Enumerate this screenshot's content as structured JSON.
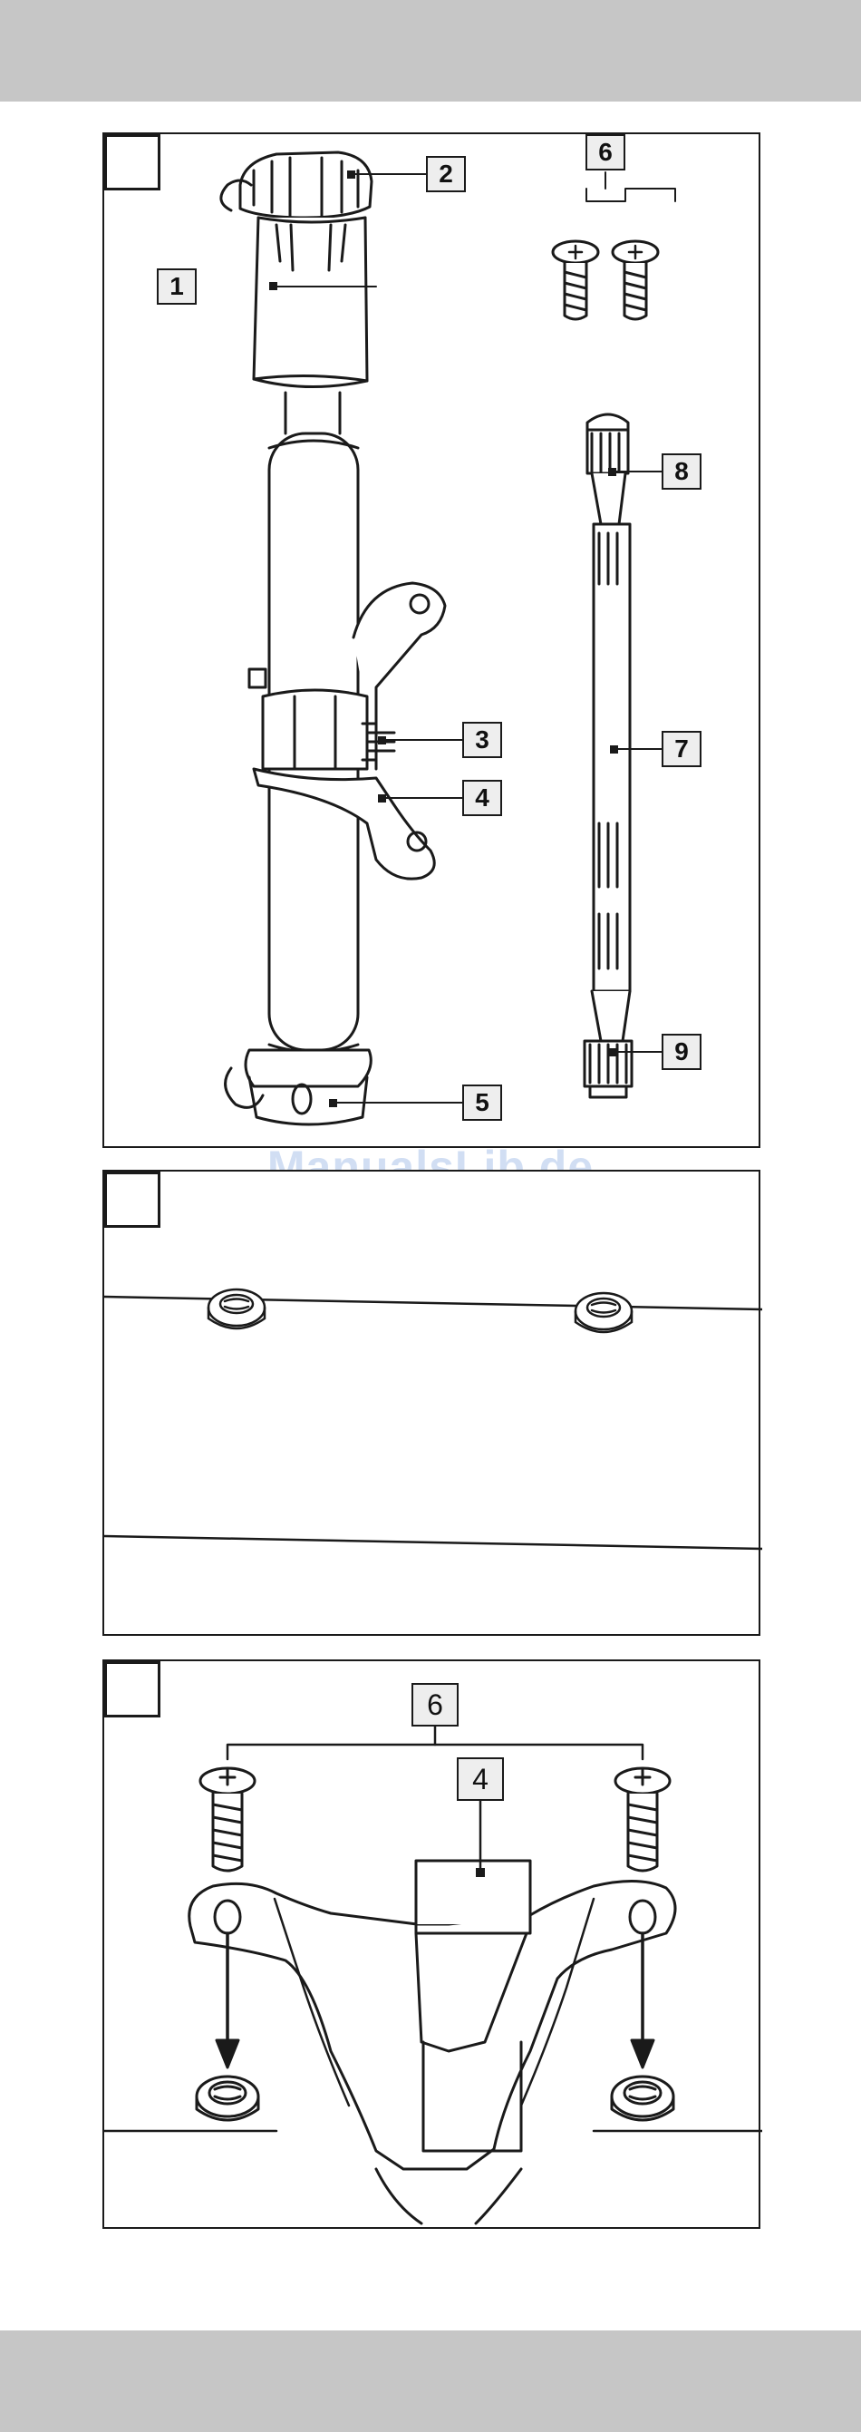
{
  "watermark": "ManualsLib.de",
  "figure1": {
    "callouts": [
      "1",
      "2",
      "3",
      "4",
      "5",
      "6",
      "7",
      "8",
      "9"
    ]
  },
  "figure3": {
    "callouts": [
      "6",
      "4"
    ]
  },
  "colors": {
    "ink": "#1a1a1a",
    "band": "#c6c6c6",
    "callout_fill": "#eeeeee",
    "watermark": "#c9d9f2"
  }
}
